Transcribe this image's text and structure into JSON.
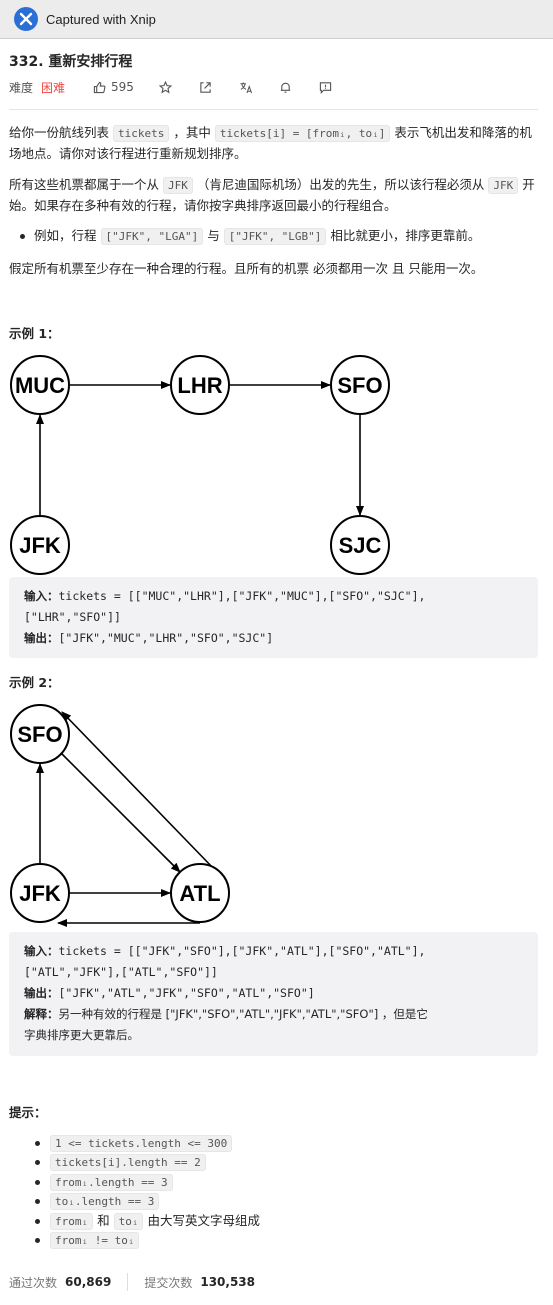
{
  "app": {
    "title": "Captured with Xnip"
  },
  "problem": {
    "title": "332. 重新安排行程",
    "difficulty_label": "难度",
    "difficulty": "困难",
    "likes": "595"
  },
  "description": {
    "p1_a": "给你一份航线列表",
    "p1_code1": "tickets",
    "p1_b": "，其中",
    "p1_code2": "tickets[i] = [fromᵢ, toᵢ]",
    "p1_c": "表示飞机出发和降落的机场地点。请你对该行程进行重新规划排序。",
    "p2_a": "所有这些机票都属于一个从",
    "p2_code1": "JFK",
    "p2_b": "（肯尼迪国际机场）出发的先生，所以该行程必须从",
    "p2_code2": "JFK",
    "p2_c": "开始。如果存在多种有效的行程，请你按字典排序返回最小的行程组合。",
    "bullet_a": "例如，行程",
    "bullet_code1": "[\"JFK\", \"LGA\"]",
    "bullet_b": "与",
    "bullet_code2": "[\"JFK\", \"LGB\"]",
    "bullet_c": "相比就更小，排序更靠前。",
    "p3": "假定所有机票至少存在一种合理的行程。且所有的机票 必须都用一次 且 只能用一次。"
  },
  "example1": {
    "title": "示例 1：",
    "nodes": [
      "MUC",
      "LHR",
      "SFO",
      "JFK",
      "SJC"
    ],
    "input_label": "输入：",
    "input_line1": "tickets = [[\"MUC\",\"LHR\"],[\"JFK\",\"MUC\"],[\"SFO\",\"SJC\"],",
    "input_line2": "[\"LHR\",\"SFO\"]]",
    "output_label": "输出：",
    "output": "[\"JFK\",\"MUC\",\"LHR\",\"SFO\",\"SJC\"]"
  },
  "example2": {
    "title": "示例 2：",
    "nodes": [
      "SFO",
      "JFK",
      "ATL"
    ],
    "input_label": "输入：",
    "input_line1": "tickets = [[\"JFK\",\"SFO\"],[\"JFK\",\"ATL\"],[\"SFO\",\"ATL\"],",
    "input_line2": "[\"ATL\",\"JFK\"],[\"ATL\",\"SFO\"]]",
    "output_label": "输出：",
    "output": "[\"JFK\",\"ATL\",\"JFK\",\"SFO\",\"ATL\",\"SFO\"]",
    "explain_label": "解释：",
    "explain_a": "另一种有效的行程是 [\"JFK\",\"SFO\",\"ATL\",\"JFK\",\"ATL\",\"SFO\"] ，但是它",
    "explain_b": "字典排序更大更靠后。"
  },
  "tips": {
    "title": "提示：",
    "t1": "1 <= tickets.length <= 300",
    "t2": "tickets[i].length == 2",
    "t3": "fromᵢ.length == 3",
    "t4": "toᵢ.length == 3",
    "t5_code1": "fromᵢ",
    "t5_mid": "和",
    "t5_code2": "toᵢ",
    "t5_text": "由大写英文字母组成",
    "t6": "fromᵢ != toᵢ"
  },
  "stats": {
    "accepted_label": "通过次数",
    "accepted": "60,869",
    "submitted_label": "提交次数",
    "submitted": "130,538"
  }
}
